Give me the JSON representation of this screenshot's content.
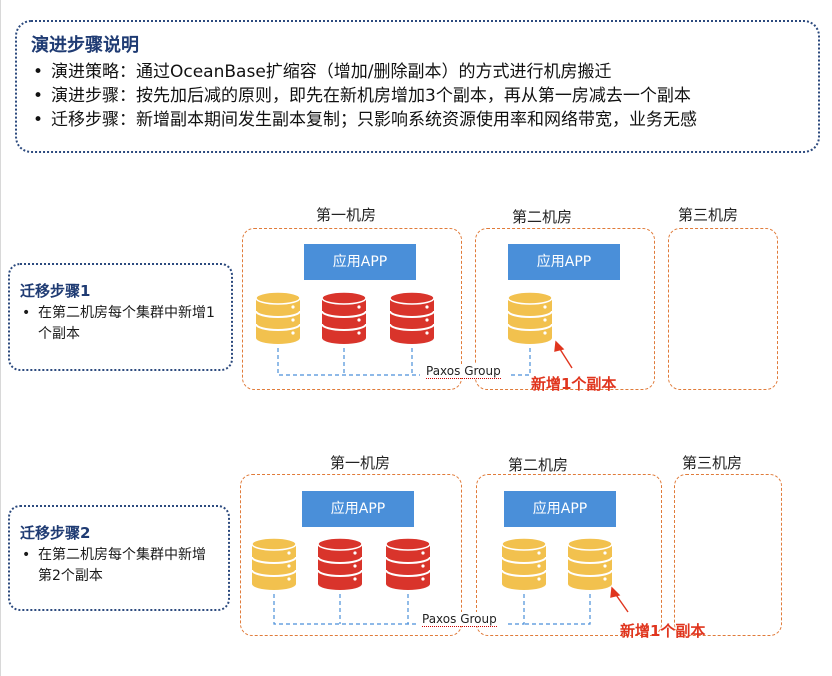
{
  "intro": {
    "title": "演进步骤说明",
    "items": [
      "演进策略：通过OceanBase扩缩容（增加/删除副本）的方式进行机房搬迁",
      "演进步骤：按先加后减的原则，即先在新机房增加3个副本，再从第一房减去一个副本",
      "迁移步骤：新增副本期间发生副本复制；只影响系统资源使用率和网络带宽，业务无感"
    ]
  },
  "step1": {
    "title": "迁移步骤1",
    "text": "在第二机房每个集群中新增1个副本",
    "rooms": [
      "第一机房",
      "第二机房",
      "第三机房"
    ],
    "app_label": "应用APP",
    "paxos_label": "Paxos Group",
    "new_replica_label": "新增1个副本"
  },
  "step2": {
    "title": "迁移步骤2",
    "text": "在第二机房每个集群中新增第2个副本",
    "rooms": [
      "第一机房",
      "第二机房",
      "第三机房"
    ],
    "app_label": "应用APP",
    "paxos_label": "Paxos Group",
    "new_replica_label": "新增1个副本"
  },
  "colors": {
    "title_blue": "#1f3b73",
    "border_navy": "#2c4a7e",
    "room_orange": "#e07b3a",
    "app_blue": "#4a8fd9",
    "db_yellow": "#f2c14e",
    "db_red": "#d9342b",
    "paxos_line": "#4a8fd9",
    "new_replica_red": "#e0351e"
  },
  "icons": [
    "database-icon",
    "arrow-icon"
  ]
}
